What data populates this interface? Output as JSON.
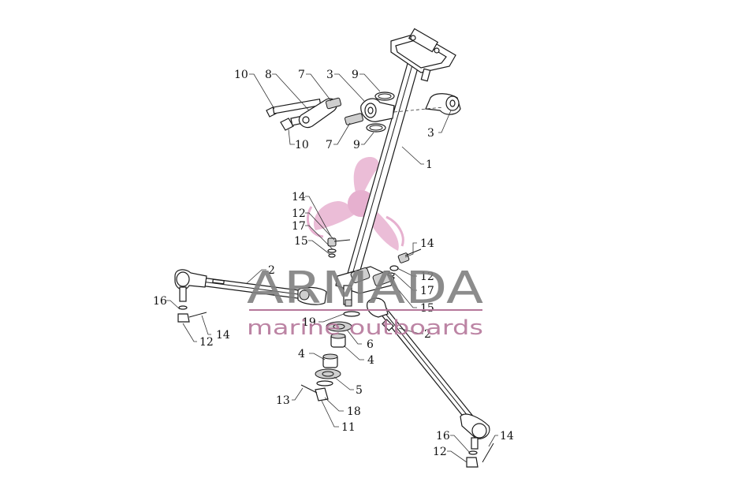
{
  "watermark": {
    "brand": "ARMADA",
    "tagline": "marine outboards",
    "logo_color": "#e2a3c7",
    "brand_color": "#808080",
    "tagline_color": "#b5779a"
  },
  "callouts": [
    {
      "id": "c10a",
      "text": "10"
    },
    {
      "id": "c8",
      "text": "8"
    },
    {
      "id": "c7a",
      "text": "7"
    },
    {
      "id": "c3a",
      "text": "3"
    },
    {
      "id": "c9a",
      "text": "9"
    },
    {
      "id": "c10b",
      "text": "10"
    },
    {
      "id": "c7b",
      "text": "7"
    },
    {
      "id": "c9b",
      "text": "9"
    },
    {
      "id": "c3b",
      "text": "3"
    },
    {
      "id": "c1",
      "text": "1"
    },
    {
      "id": "c14a",
      "text": "14"
    },
    {
      "id": "c12a",
      "text": "12"
    },
    {
      "id": "c17a",
      "text": "17"
    },
    {
      "id": "c15a",
      "text": "15"
    },
    {
      "id": "c2a",
      "text": "2"
    },
    {
      "id": "c14b",
      "text": "14"
    },
    {
      "id": "c12b",
      "text": "12"
    },
    {
      "id": "c17b",
      "text": "17"
    },
    {
      "id": "c15b",
      "text": "15"
    },
    {
      "id": "c16a",
      "text": "16"
    },
    {
      "id": "c12c",
      "text": "12"
    },
    {
      "id": "c14c",
      "text": "14"
    },
    {
      "id": "c19",
      "text": "19"
    },
    {
      "id": "c6",
      "text": "6"
    },
    {
      "id": "c2b",
      "text": "2"
    },
    {
      "id": "c4a",
      "text": "4"
    },
    {
      "id": "c4b",
      "text": "4"
    },
    {
      "id": "c5",
      "text": "5"
    },
    {
      "id": "c13",
      "text": "13"
    },
    {
      "id": "c18",
      "text": "18"
    },
    {
      "id": "c11",
      "text": "11"
    },
    {
      "id": "c16b",
      "text": "16"
    },
    {
      "id": "c12d",
      "text": "12"
    },
    {
      "id": "c14d",
      "text": "14"
    }
  ]
}
